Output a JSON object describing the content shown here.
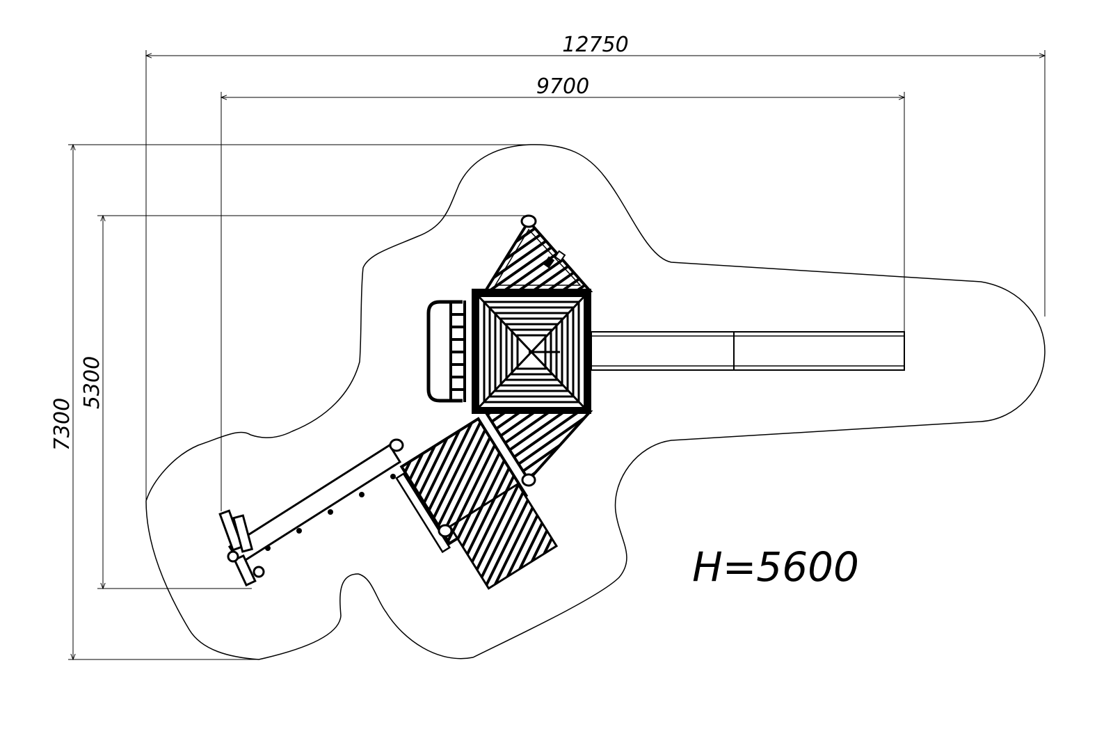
{
  "drawing": {
    "dimensions": {
      "overall_width": "12750",
      "inner_width": "9700",
      "overall_depth": "7300",
      "inner_depth": "5300"
    },
    "height_label": "H=5600",
    "colors": {
      "line": "#000000",
      "background": "#ffffff"
    }
  }
}
